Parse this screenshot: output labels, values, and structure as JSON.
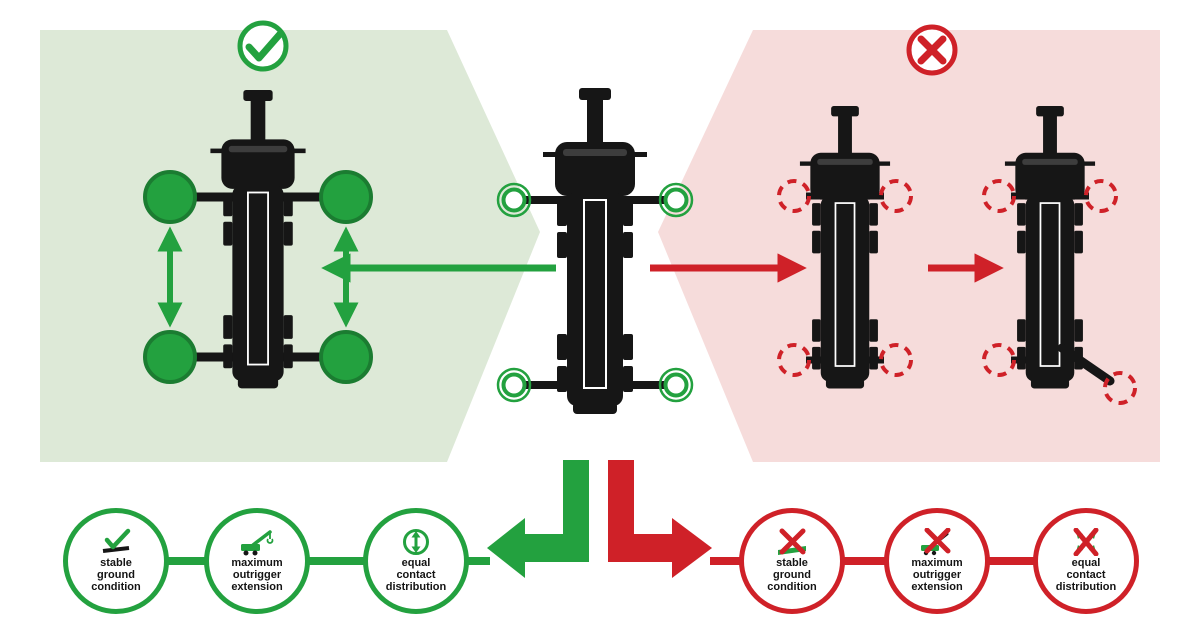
{
  "colors": {
    "green": "#23a13f",
    "green_dark": "#1b7c31",
    "green_bg": "#dde9d7",
    "red": "#cf2128",
    "red_dark": "#a3161c",
    "red_bg": "#f6dcdb",
    "black": "#161616"
  },
  "correct": {
    "verdict_mark": "check",
    "badges": [
      {
        "icon": "stable-ground-icon",
        "lines": [
          "stable",
          "ground",
          "condition"
        ]
      },
      {
        "icon": "outrigger-extension-icon",
        "lines": [
          "maximum",
          "outrigger",
          "extension"
        ]
      },
      {
        "icon": "contact-distribution-icon",
        "lines": [
          "equal",
          "contact",
          "distribution"
        ]
      }
    ]
  },
  "incorrect": {
    "verdict_mark": "cross",
    "badges": [
      {
        "icon": "stable-ground-crossed-icon",
        "lines": [
          "stable",
          "ground",
          "condition"
        ]
      },
      {
        "icon": "outrigger-extension-crossed-icon",
        "lines": [
          "maximum",
          "outrigger",
          "extension"
        ]
      },
      {
        "icon": "contact-distribution-crossed-icon",
        "lines": [
          "equal",
          "contact",
          "distribution"
        ]
      }
    ]
  }
}
